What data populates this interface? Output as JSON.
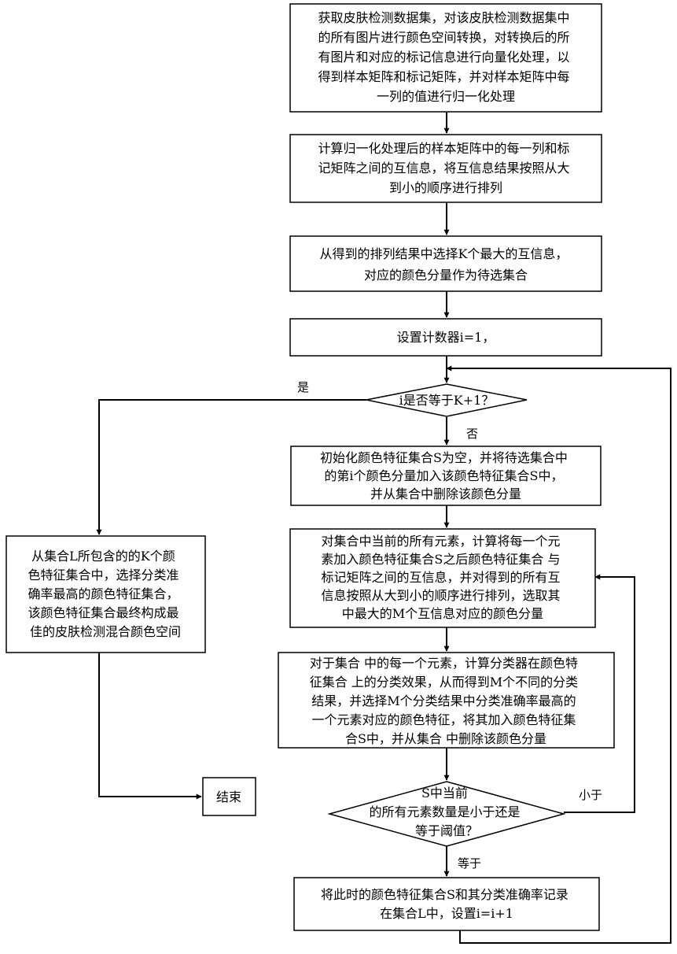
{
  "steps": {
    "s1": [
      "获取皮肤检测数据集，对该皮肤检测数据集中",
      "的所有图片进行颜色空间转换，对转换后的所",
      "有图片和对应的标记信息进行向量化处理，以",
      "得到样本矩阵和标记矩阵，并对样本矩阵中每",
      "一列的值进行归一化处理"
    ],
    "s2": [
      "计算归一化处理后的样本矩阵中的每一列和标",
      "记矩阵之间的互信息，将互信息结果按照从大",
      "到小的顺序进行排列"
    ],
    "s3": [
      "从得到的排列结果中选择K个最大的互信息，",
      "对应的颜色分量作为待选集合"
    ],
    "s4": [
      "设置计数器i=1，"
    ],
    "d1": [
      "i是否等于K+1？"
    ],
    "s5": [
      "初始化颜色特征集合S为空，并将待选集合中",
      "的第i个颜色分量加入该颜色特征集合S中，",
      "并从集合中删除该颜色分量"
    ],
    "s6": [
      "对集合中当前的所有元素，计算将每一个元",
      "素加入颜色特征集合S之后颜色特征集合 与",
      "标记矩阵之间的互信息，并对得到的所有互",
      "信息按照从大到小的顺序进行排列，选取其",
      "中最大的M个互信息对应的颜色分量"
    ],
    "s7": [
      "对于集合 中的每一个元素，计算分类器在颜色特",
      "征集合 上的分类效果，从而得到M个不同的分类",
      "结果，并选择M个分类结果中分类准确率最高的",
      "一个元素对应的颜色特征，将其加入颜色特征集",
      "合S中，并从集合 中删除该颜色分量"
    ],
    "d2": [
      "S中当前",
      "的所有元素数量是小于还是",
      "等于阈值？"
    ],
    "s8": [
      "将此时的颜色特征集合S和其分类准确率记录",
      "在集合L中，设置i=i+1"
    ],
    "left": [
      "从集合L所包含的的K个颜",
      "色特征集合中，选择分类准",
      "确率最高的颜色特征集合，",
      "该颜色特征集合最终构成最",
      "佳的皮肤检测混合颜色空间"
    ],
    "end": [
      "结束"
    ]
  },
  "labels": {
    "yes": "是",
    "no": "否",
    "less": "小于",
    "equal": "等于"
  }
}
